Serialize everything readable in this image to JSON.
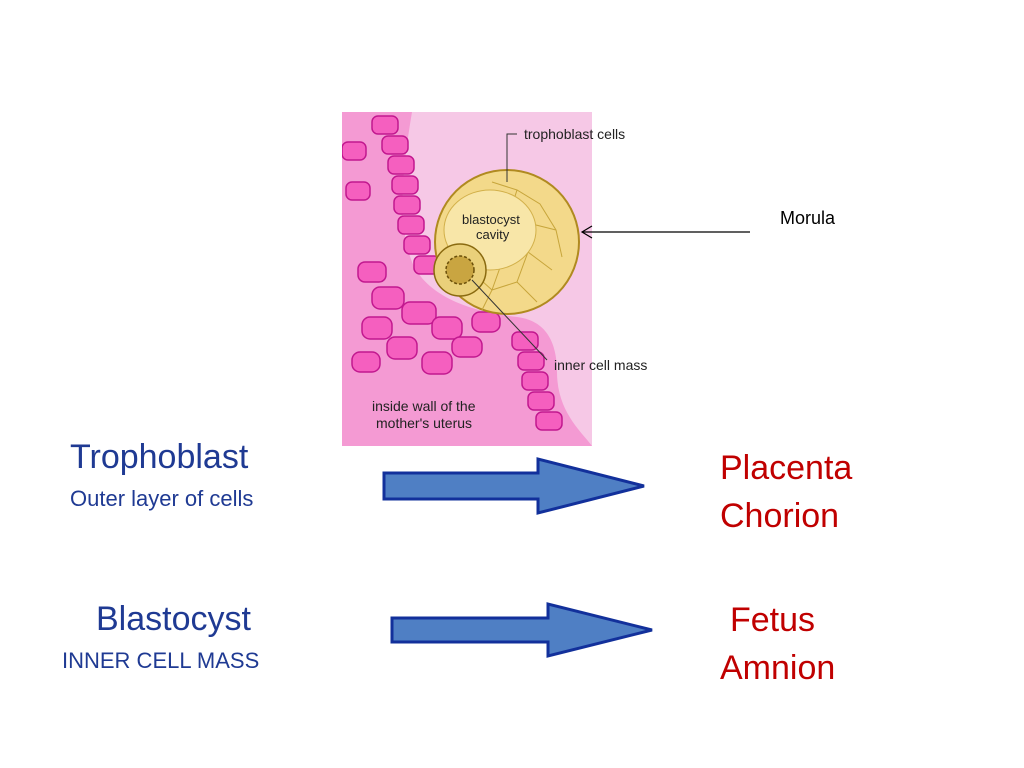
{
  "colors": {
    "left_text": "#1f3a93",
    "right_text": "#c00000",
    "arrow_fill": "#4f7fc4",
    "arrow_stroke": "#12309b",
    "uterus_pink": "#f07cc6",
    "blastocyst_yellow": "#e9c85a"
  },
  "figure": {
    "trophoblast_cells_label": "trophoblast cells",
    "blastocyst_cavity_label_1": "blastocyst",
    "blastocyst_cavity_label_2": "cavity",
    "inner_cell_mass_label": "inner cell mass",
    "uterus_label_1": "inside wall of the",
    "uterus_label_2": "mother's uterus"
  },
  "morula_label": "Morula",
  "rows": [
    {
      "left_title": "Trophoblast",
      "left_subtitle": "Outer layer of cells",
      "right_line_1": "Placenta",
      "right_line_2": "Chorion"
    },
    {
      "left_title": "Blastocyst",
      "left_subtitle": "INNER CELL MASS",
      "right_line_1": "Fetus",
      "right_line_2": "Amnion"
    }
  ]
}
